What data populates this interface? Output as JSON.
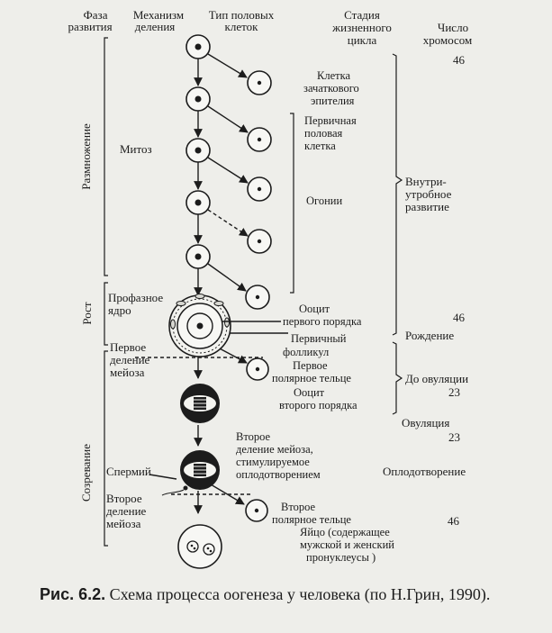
{
  "headers": {
    "phase_line1": "Фаза",
    "phase_line2": "развития",
    "mechanism_line1": "Механизм",
    "mechanism_line2": "деления",
    "celltype_line1": "Тип половых",
    "celltype_line2": "клеток",
    "stage_line1": "Стадия",
    "stage_line2": "жизненного",
    "stage_line3": "цикла",
    "chrom_line1": "Число",
    "chrom_line2": "хромосом"
  },
  "phases": {
    "reproduction": "Размножение",
    "growth": "Рост",
    "maturation": "Созревание"
  },
  "mechanisms": {
    "mitosis": "Митоз",
    "prophase_line1": "Профазное",
    "prophase_line2": "ядро",
    "meiosis1_line1": "Первое",
    "meiosis1_line2": "деление",
    "meiosis1_line3": "мейоза",
    "sperm": "Спермий",
    "meiosis2_line1": "Второе",
    "meiosis2_line2": "деление",
    "meiosis2_line3": "мейоза"
  },
  "cell_labels": {
    "germinal_line1": "Клетка",
    "germinal_line2": "зачаткового",
    "germinal_line3": "эпителия",
    "primary_line1": "Первичная",
    "primary_line2": "половая",
    "primary_line3": "клетка",
    "oogonia": "Огонии",
    "oocyte1_line1": "Ооцит",
    "oocyte1_line2": "первого порядка",
    "follicle_line1": "Первичный",
    "follicle_line2": "фолликул",
    "polar1_line1": "Первое",
    "polar1_line2": "полярное тельце",
    "oocyte2_line1": "Ооцит",
    "oocyte2_line2": "второго порядка",
    "meiosis2_fert_line1": "Второе",
    "meiosis2_fert_line2": "деление мейоза,",
    "meiosis2_fert_line3": "стимулируемое",
    "meiosis2_fert_line4": "оплодотворением",
    "polar2_line1": "Второе",
    "polar2_line2": "полярное тельце",
    "egg_line1": "Яйцо (содержащее",
    "egg_line2": "мужской и женский",
    "egg_line3": "пронуклеусы )"
  },
  "stages": {
    "intrauterine_line1": "Внутри-",
    "intrauterine_line2": "утробное",
    "intrauterine_line3": "развитие",
    "birth": "Рождение",
    "before_ovulation": "До овуляции",
    "ovulation": "Овуляция",
    "fertilization": "Оплодотворение"
  },
  "chromosomes": {
    "c1": "46",
    "c2": "46",
    "c3": "23",
    "c4": "23",
    "c5": "46"
  },
  "caption": {
    "label": "Рис. 6.2.",
    "text": " Схема процесса оогенеза у человека (по Н.Грин, 1990)."
  }
}
